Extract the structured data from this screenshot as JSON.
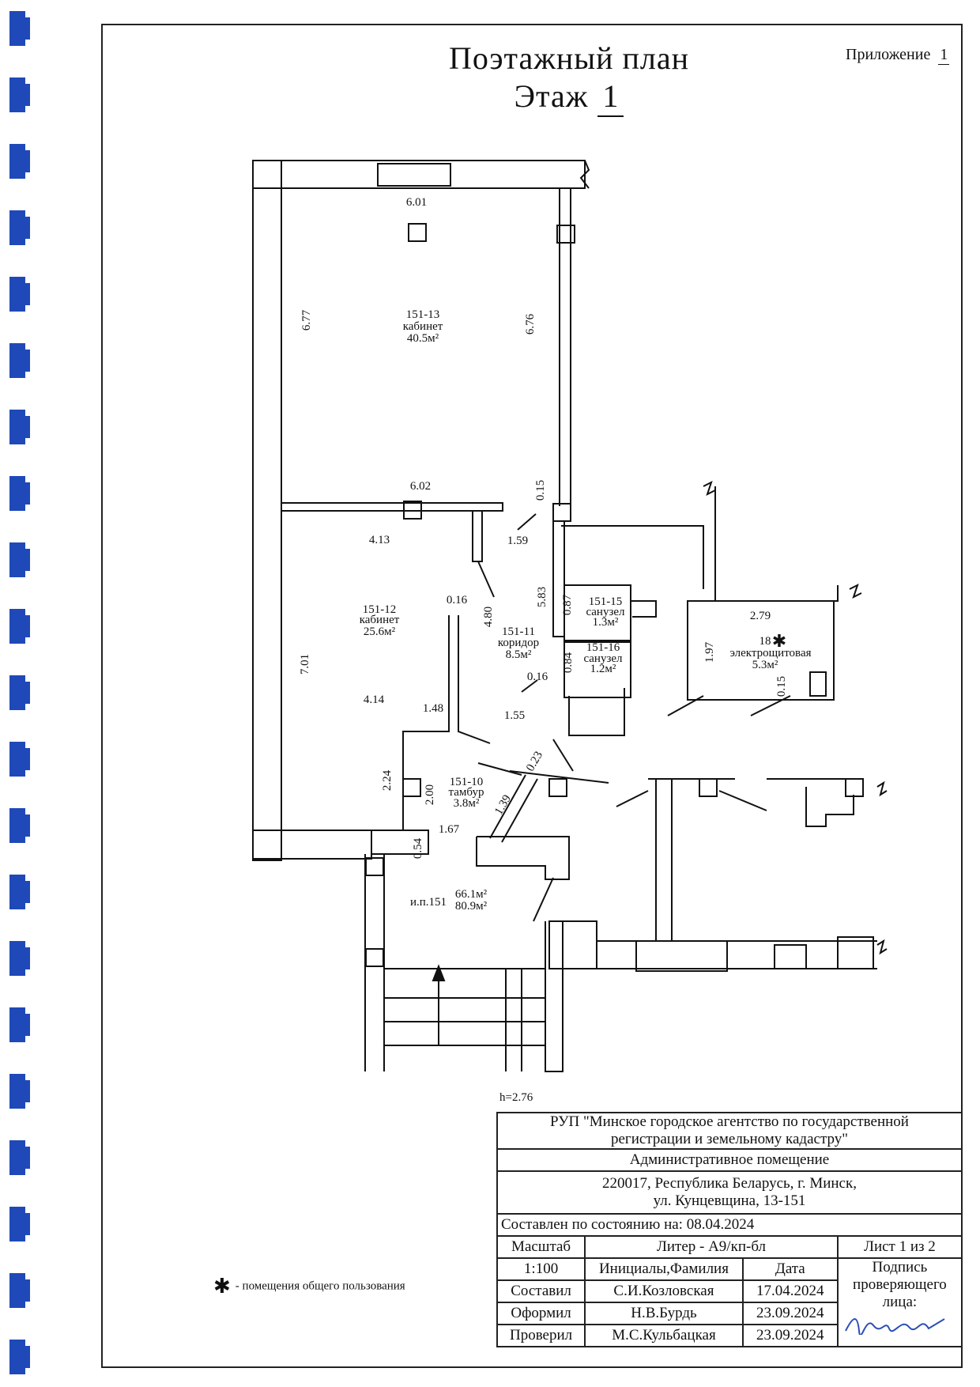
{
  "document": {
    "title_line1": "Поэтажный план",
    "floor_label": "Этаж",
    "floor_number": "1",
    "appendix_label": "Приложение",
    "appendix_number": "1",
    "ceiling_height": "h=2.76"
  },
  "rooms": [
    {
      "code": "151-13",
      "type": "кабинет",
      "area": "40.5м²"
    },
    {
      "code": "151-12",
      "type": "кабинет",
      "area": "25.6м²"
    },
    {
      "code": "151-11",
      "type": "коридор",
      "area": "8.5м²"
    },
    {
      "code": "151-15",
      "type": "санузел",
      "area": "1.3м²"
    },
    {
      "code": "151-16",
      "type": "санузел",
      "area": "1.2м²"
    },
    {
      "code": "151-10",
      "type": "тамбур",
      "area": "3.8м²"
    },
    {
      "code": "18",
      "type": "электрощитовая",
      "area": "5.3м²"
    }
  ],
  "premise_total": {
    "code": "и.п.151",
    "area_main": "66.1м²",
    "area_total": "80.9м²"
  },
  "dimensions": {
    "d601": "6.01",
    "d677": "6.77",
    "d676": "6.76",
    "d602": "6.02",
    "d015a": "0.15",
    "d413": "4.13",
    "d159": "1.59",
    "d583": "5.83",
    "d087": "0.87",
    "d016a": "0.16",
    "d480": "4.80",
    "d279": "2.79",
    "d197": "1.97",
    "d701": "7.01",
    "d084": "0.84",
    "d016b": "0.16",
    "d015b": "0.15",
    "d414": "4.14",
    "d148": "1.48",
    "d155": "1.55",
    "d023": "0.23",
    "d224": "2.24",
    "d200": "2.00",
    "d139": "1.39",
    "d167": "1.67",
    "d054": "0.54"
  },
  "legend": {
    "symbol": "✱",
    "text": "- помещения общего пользования"
  },
  "stamp": {
    "org_line1": "РУП \"Минское городское агентство по государственной",
    "org_line2": "регистрации и земельному кадастру\"",
    "object": "Административное помещение",
    "address_line1": "220017, Республика Беларусь, г. Минск,",
    "address_line2": "ул. Кунцевщина, 13-151",
    "state_date": "Составлен по состоянию на: 08.04.2024",
    "scale_label": "Масштаб",
    "scale_value": "1:100",
    "liter": "Литер - А9/кп-бл",
    "sheet": "Лист 1 из 2",
    "col_initials": "Инициалы,Фамилия",
    "col_date": "Дата",
    "signature_label_1": "Подпись",
    "signature_label_2": "проверяющего",
    "signature_label_3": "лица:",
    "rows": [
      {
        "role": "Составил",
        "name": "С.И.Козловская",
        "date": "17.04.2024"
      },
      {
        "role": "Оформил",
        "name": "Н.В.Бурдь",
        "date": "23.09.2024"
      },
      {
        "role": "Проверил",
        "name": "М.С.Кульбацкая",
        "date": "23.09.2024"
      }
    ]
  },
  "colors": {
    "binding": "#1f49b8",
    "line": "#111111"
  }
}
